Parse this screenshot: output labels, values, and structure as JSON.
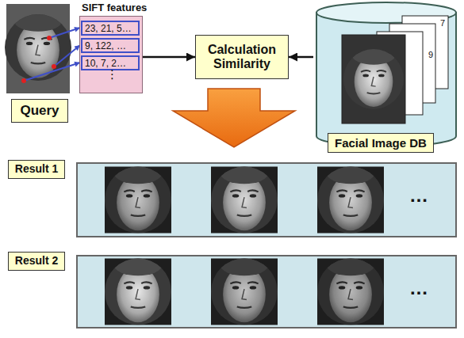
{
  "diagram": {
    "nodes": [
      {
        "text": [
          "Query"
        ]
      },
      {
        "text": [
          "SIFT features"
        ]
      },
      {
        "text": [
          "23, 21, 5…"
        ],
        "in": 1
      },
      {
        "text": [
          "9, 122, …"
        ],
        "in": 1
      },
      {
        "text": [
          "10, 7, 2…"
        ],
        "in": 1
      },
      {
        "text": [
          "Calculation Similarity"
        ]
      },
      {
        "text": [
          "Facial Image DB"
        ]
      },
      {
        "text": [
          "Result 1"
        ]
      },
      {
        "text": [
          "…"
        ]
      },
      {
        "text": [
          "Result 2"
        ]
      },
      {
        "text": [
          "…"
        ]
      }
    ],
    "edges": [
      {
        "from": 1,
        "to": 5,
        "arrow": "to"
      },
      {
        "from": 6,
        "to": 5,
        "arrow": "to"
      }
    ],
    "labels": [
      "⋮",
      "7",
      "9"
    ]
  }
}
